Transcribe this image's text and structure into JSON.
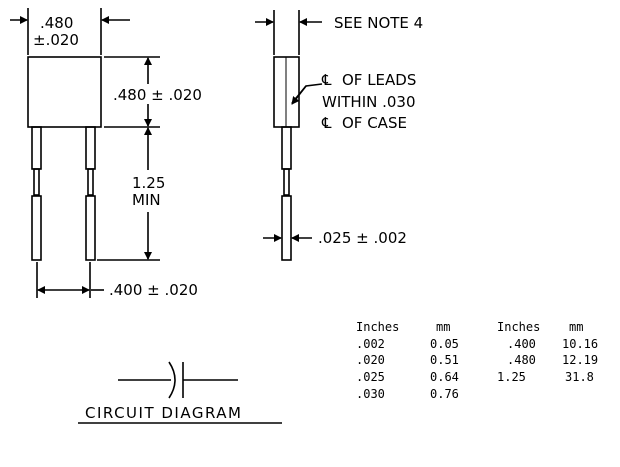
{
  "front_view": {
    "width_value": ".480",
    "width_tol": "±.020",
    "height": ".480 ± .020",
    "lead_len_1": "1.25",
    "lead_len_2": "MIN",
    "lead_spacing": ".400 ± .020"
  },
  "side_view": {
    "see_note": "SEE NOTE 4",
    "note_line_1": "OF LEADS",
    "note_line_2": "WITHIN .030",
    "note_line_3": "OF CASE",
    "centerline_symbol": "℄",
    "lead_thickness": ".025 ± .002"
  },
  "conversion_table": {
    "headers": [
      "Inches",
      "mm",
      "Inches",
      "mm"
    ],
    "left_rows": [
      [
        ".002",
        "0.05"
      ],
      [
        ".020",
        "0.51"
      ],
      [
        ".025",
        "0.64"
      ],
      [
        ".030",
        "0.76"
      ]
    ],
    "right_rows": [
      [
        ".400",
        "10.16"
      ],
      [
        ".480",
        "12.19"
      ],
      [
        "1.25",
        "31.8"
      ]
    ]
  },
  "circuit": {
    "caption": "CIRCUIT DIAGRAM"
  }
}
